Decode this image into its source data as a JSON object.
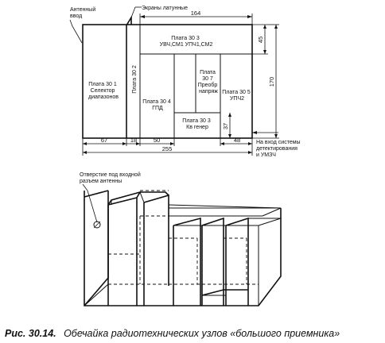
{
  "top_view": {
    "antenna_input": [
      "Антенный",
      "ввод"
    ],
    "screens": "Экраны латунные",
    "boards": {
      "b1": [
        "Плата 30 1",
        "Селектор",
        "диапазонов"
      ],
      "b2": "Плата 30 2",
      "b3": [
        "Плата 30 3",
        "УВЧ,СМ1 УПЧ1,СМ2"
      ],
      "b4": [
        "Плата 30 4",
        "ГПД"
      ],
      "b7": [
        "Плата",
        "30 7",
        "Преобр",
        "напряж"
      ],
      "b5": [
        "Плата 30 5",
        "УПЧ2"
      ],
      "b3b": [
        "Плата 30 3",
        "Кв генер"
      ]
    },
    "dimensions": {
      "d164": "164",
      "d45": "45",
      "d170": "170",
      "d37": "37",
      "d67": "67",
      "d18": "18",
      "d50": "50",
      "d48": "48",
      "d255": "255"
    },
    "output_note": [
      "На вход системы",
      "детектирования",
      "и УМЗЧ"
    ]
  },
  "iso_view": {
    "antenna_hole": [
      "Отверстие под входной",
      "разъем антенны"
    ]
  },
  "caption": {
    "number": "Рис. 30.14.",
    "text": "Обечайка радиотехнических узлов «большого приемника»"
  }
}
